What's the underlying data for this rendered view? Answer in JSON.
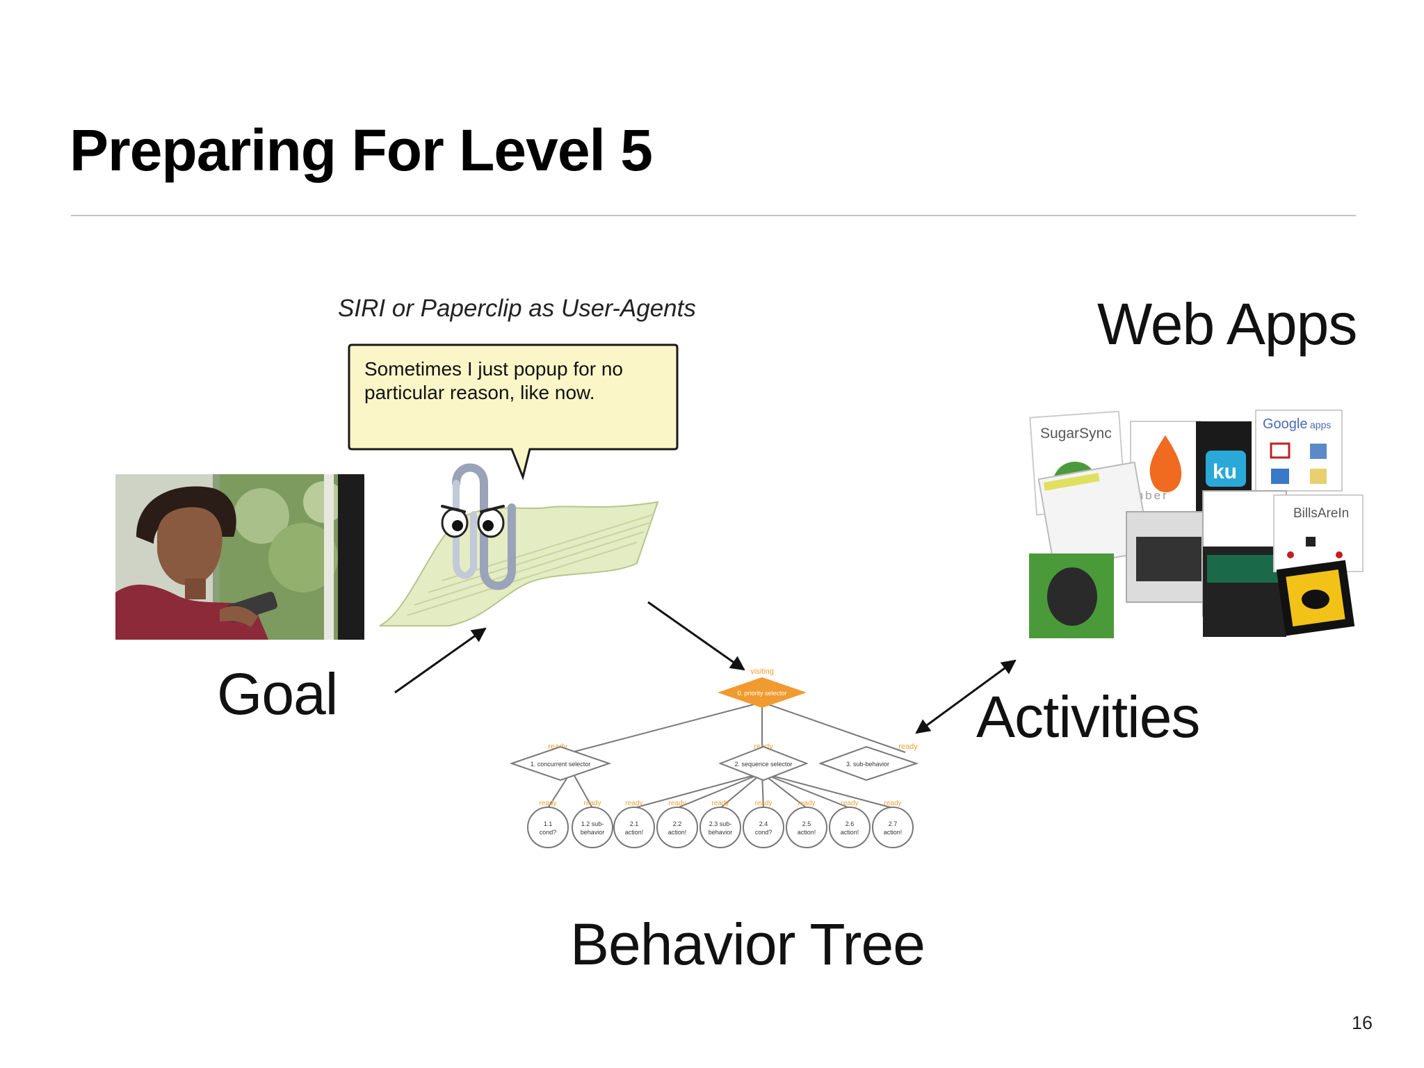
{
  "slide": {
    "title": "Preparing For Level 5",
    "page_number": "16"
  },
  "labels": {
    "goal": "Goal",
    "caption": "SIRI or Paperclip as User-Agents",
    "web_apps": "Web Apps",
    "activities": "Activities",
    "behavior_tree": "Behavior Tree"
  },
  "clippy": {
    "bubble_line1": "Sometimes I just popup for no",
    "bubble_line2": "particular reason, like now."
  },
  "tree": {
    "root_status": "visiting",
    "root_label": "0. priority selector",
    "ready": "ready",
    "n1": "1. concurrent selector",
    "n2": "2. sequence selector",
    "n3": "3. sub-behavior",
    "leaves": [
      {
        "l1": "1.1",
        "l2": "cond?"
      },
      {
        "l1": "1.2 sub-",
        "l2": "behavior"
      },
      {
        "l1": "2.1",
        "l2": "action!"
      },
      {
        "l1": "2.2",
        "l2": "action!"
      },
      {
        "l1": "2.3 sub-",
        "l2": "behavior"
      },
      {
        "l1": "2.4",
        "l2": "cond?"
      },
      {
        "l1": "2.5",
        "l2": "action!"
      },
      {
        "l1": "2.6",
        "l2": "action!"
      },
      {
        "l1": "2.7",
        "l2": "action!"
      }
    ]
  },
  "apps": {
    "sugarsync": "SugarSync",
    "google": "Google",
    "google_apps": "apps",
    "ku": "ku",
    "ember": "mber",
    "billsarein": "BillsAreIn"
  }
}
